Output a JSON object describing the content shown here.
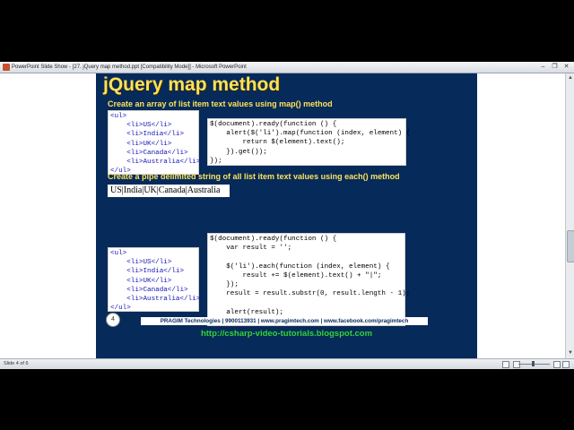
{
  "window": {
    "title": "PowerPoint Slide Show - [27. jQuery map method.ppt [Compatibility Mode]] - Microsoft PowerPoint",
    "minimize": "–",
    "maximize": "❐",
    "close": "✕"
  },
  "slide": {
    "title": "jQuery map method",
    "heading1": "Create an array of list item text values using map() method",
    "heading2": "Create a pipe delimited string of all list item text values using each() method",
    "result_string": "US|India|UK|Canada|Australia",
    "list_markup": {
      "ul_open": "<ul>",
      "items": [
        "<li>US</li>",
        "<li>India</li>",
        "<li>UK</li>",
        "<li>Canada</li>",
        "<li>Australia</li>"
      ],
      "ul_close": "</ul>"
    },
    "map_code": [
      "$(document).ready(function () {",
      "    alert($('li').map(function (index, element) {",
      "        return $(element).text();",
      "    }).get());",
      "});"
    ],
    "each_code": [
      "$(document).ready(function () {",
      "    var result = '';",
      "",
      "    $('li').each(function (index, element) {",
      "        result += $(element).text() + \"|\";",
      "    });",
      "    result = result.substr(0, result.length - 1);",
      "",
      "    alert(result);",
      "});"
    ],
    "slide_number": "4",
    "footer": "PRAGIM Technologies | 9900113931 | www.pragimtech.com | www.facebook.com/pragimtech",
    "url": "http://csharp-video-tutorials.blogspot.com"
  },
  "statusbar": {
    "slide_info": "Slide 4 of 6"
  },
  "colors": {
    "slide_background": "#062a5a",
    "heading": "#ffe259",
    "url": "#33d533"
  }
}
